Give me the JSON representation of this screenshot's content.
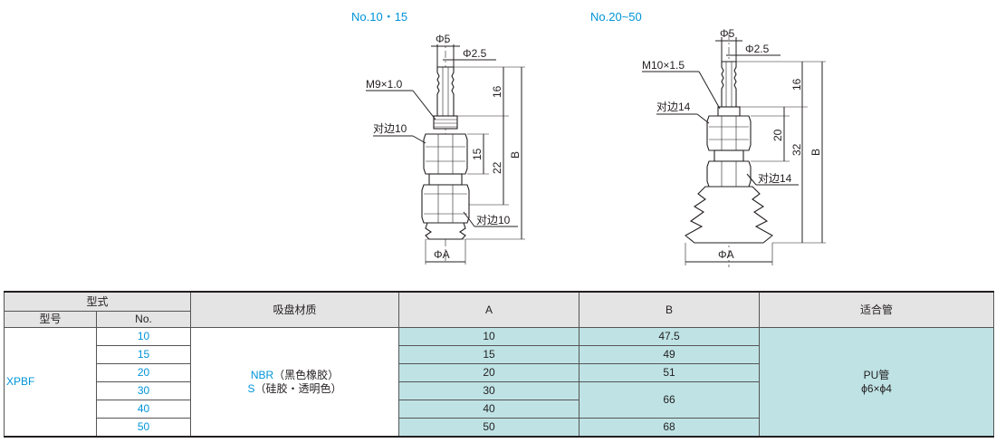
{
  "drawing_small": {
    "heading": "No.10・15",
    "dims": {
      "phi5": "Φ5",
      "phi2_5": "Φ2.5",
      "thread": "M9×1.0",
      "hex_upper": "对边10",
      "d16": "16",
      "d15": "15",
      "d22": "22",
      "dB": "B",
      "hex_lower": "对边10",
      "phiA": "ΦA"
    }
  },
  "drawing_large": {
    "heading": "No.20~50",
    "dims": {
      "phi5": "Φ5",
      "phi2_5": "Φ2.5",
      "thread": "M10×1.5",
      "hex_upper": "对边14",
      "d16": "16",
      "d20": "20",
      "d32": "32",
      "dB": "B",
      "hex_lower": "对边14",
      "phiA": "ΦA"
    }
  },
  "table": {
    "header": {
      "type_group": "型式",
      "model": "型号",
      "no": "No.",
      "material": "吸盘材质",
      "a": "A",
      "b": "B",
      "tube": "适合管"
    },
    "model": "XPBF",
    "material_line1_code": "NBR",
    "material_line1_text": "（黑色橡胶）",
    "material_line2_code": "S",
    "material_line2_text": "（硅胶・透明色）",
    "tube_line1": "PU管",
    "tube_line2": "ϕ6×ϕ4",
    "rows": [
      {
        "no": "10",
        "a": "10",
        "b": "47.5"
      },
      {
        "no": "15",
        "a": "15",
        "b": "49"
      },
      {
        "no": "20",
        "a": "20",
        "b": "51"
      },
      {
        "no": "30",
        "a": "30",
        "b": "66"
      },
      {
        "no": "40",
        "a": "40",
        "b": ""
      },
      {
        "no": "50",
        "a": "50",
        "b": "68"
      }
    ]
  }
}
